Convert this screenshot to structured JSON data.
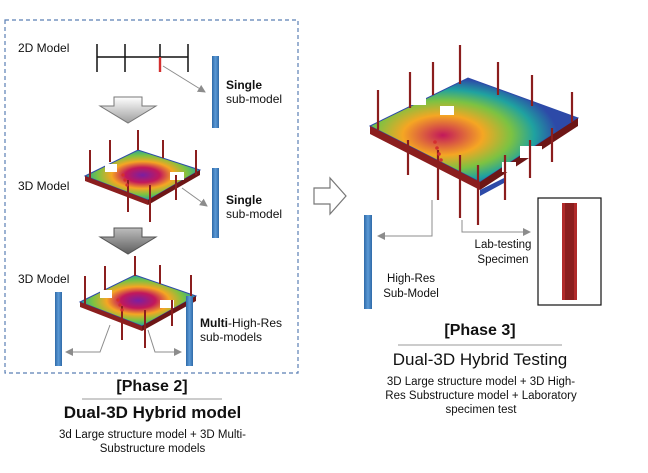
{
  "phase2": {
    "row1_label": "2D Model",
    "row1_side_bold": "Single",
    "row1_side_text": "sub-model",
    "row2_label": "3D Model",
    "row2_side_bold": "Single",
    "row2_side_text": "sub-model",
    "row3_label": "3D Model",
    "row3_side_bold": "Multi",
    "row3_side_text": "-High-Res",
    "row3_side_text2": "sub-models",
    "phase_label": "[Phase 2]",
    "title": "Dual-3D Hybrid model",
    "subtitle_line1": "3d Large structure model + 3D Multi-",
    "subtitle_line2": "Substructure models"
  },
  "phase3": {
    "lab_label_line1": "Lab-testing",
    "lab_label_line2": "Specimen",
    "hires_line1": "High-Res",
    "hires_line2": "Sub-Model",
    "phase_label": "[Phase 3]",
    "title": "Dual-3D Hybrid Testing",
    "subtitle_line1": "3D Large structure model + 3D High-",
    "subtitle_line2": "Res Substructure model + Laboratory",
    "subtitle_line3": "specimen test"
  },
  "colors": {
    "frame_dash": "#5b7fb5",
    "column_dark_red": "#8b1e1e",
    "submodel_blue": "#3a78b8",
    "arrow_gray": "#8c8c8c"
  }
}
